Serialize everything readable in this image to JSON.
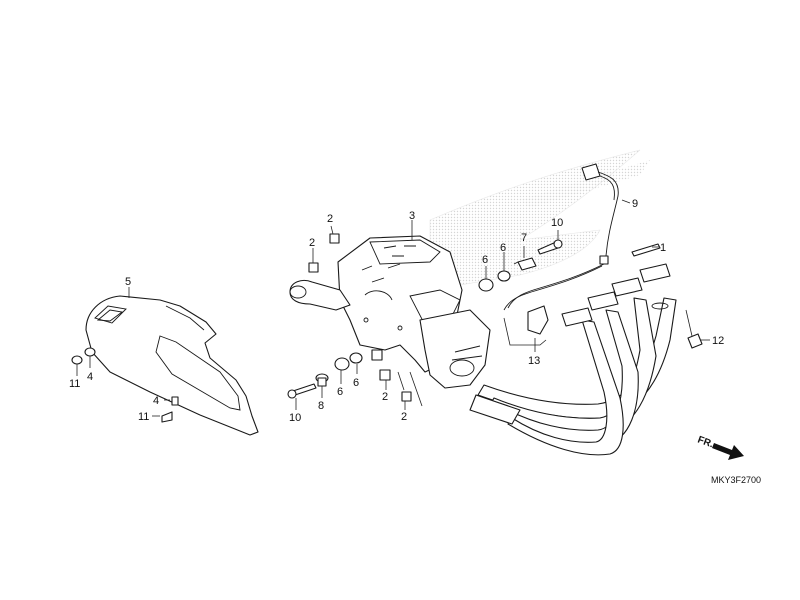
{
  "diagram": {
    "diagram_code": "MKY3F2700",
    "direction_label": "FR.",
    "callouts": [
      "1",
      "2",
      "2",
      "2",
      "2",
      "3",
      "4",
      "4",
      "5",
      "6",
      "6",
      "6",
      "6",
      "7",
      "8",
      "9",
      "10",
      "10",
      "11",
      "11",
      "12",
      "13"
    ]
  }
}
